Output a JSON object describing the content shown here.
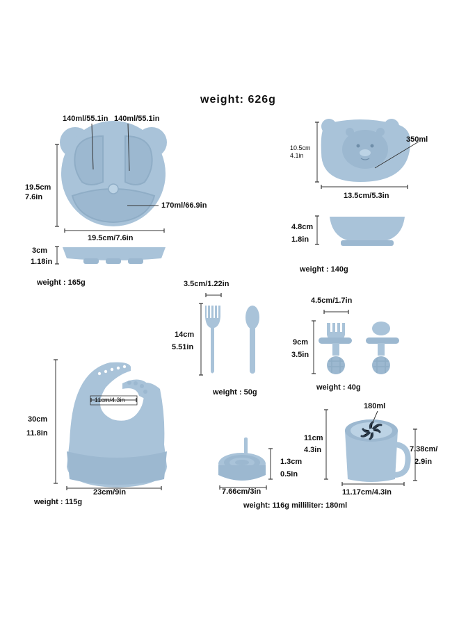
{
  "title": "weight: 626g",
  "colors": {
    "item_fill": "#a9c3d9",
    "item_shadow": "#8fadc6",
    "item_light": "#bcd3e5",
    "dimension_line": "#333333"
  },
  "plate": {
    "compartment_left": "140ml/55.1in",
    "compartment_right": "140ml/55.1in",
    "compartment_bottom": "170ml/66.9in",
    "height_cm": "19.5cm",
    "height_in": "7.6in",
    "width": "19.5cm/7.6in",
    "thickness_cm": "3cm",
    "thickness_in": "1.18in",
    "weight": "weight : 165g"
  },
  "bowl": {
    "height_cm": "10.5cm",
    "height_in": "4.1in",
    "volume": "350ml",
    "width": "13.5cm/5.3in",
    "depth_cm": "4.8cm",
    "depth_in": "1.8in",
    "weight": "weight : 140g"
  },
  "utensils": {
    "width": "3.5cm/1.22in",
    "length_cm": "14cm",
    "length_in": "5.51in",
    "weight": "weight : 50g"
  },
  "teethers": {
    "width": "4.5cm/1.7in",
    "length_cm": "9cm",
    "length_in": "3.5in",
    "weight": "weight : 40g"
  },
  "bib": {
    "height_cm": "30cm",
    "height_in": "11.8in",
    "neck": "11cm/4.3in",
    "width": "23cm/9in",
    "weight": "weight : 115g"
  },
  "cup_lid": {
    "height_cm": "1.3cm",
    "height_in": "0.5in",
    "diameter": "7.66cm/3in"
  },
  "snack_cup": {
    "volume": "180ml",
    "height_cm": "11cm",
    "height_in": "4.3in",
    "cup_height_cm": "7.38cm/",
    "cup_height_in": "2.9in",
    "width": "11.17cm/4.3in"
  },
  "cup_set_label": "weight:  116g  milliliter:  180ml"
}
